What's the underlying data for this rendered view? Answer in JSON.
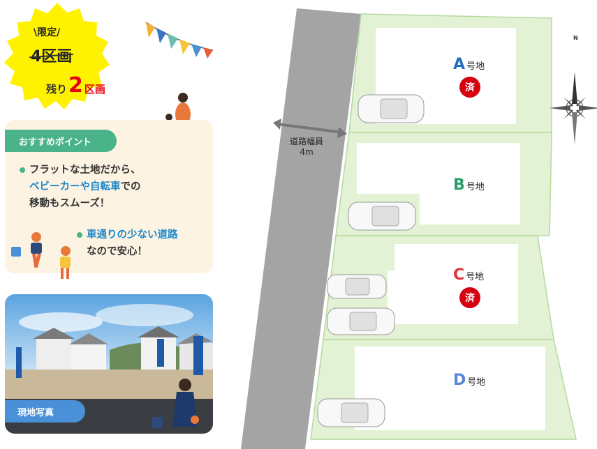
{
  "badge": {
    "limited": "\\限定/",
    "original_count": "4区画",
    "remaining_prefix": "残り",
    "remaining_number": "2",
    "remaining_suffix": "区画"
  },
  "points": {
    "title": "おすすめポイント",
    "item1_line1": "フラットな土地だから、",
    "item1_line2_highlight": "ベビーカーや自転車",
    "item1_line2_rest": "での",
    "item1_line3": "移動もスムーズ！",
    "item2_line1_highlight": "車通りの少ない道路",
    "item2_line2": "なので安心！"
  },
  "photo": {
    "label": "現地写真"
  },
  "map": {
    "road_label_line1": "道路幅員",
    "road_label_line2": "4m",
    "lot_suffix": "号地",
    "sold_label": "済",
    "lots": [
      {
        "letter": "A",
        "color": "#1e6fc4",
        "sold": true
      },
      {
        "letter": "B",
        "color": "#2a9d6a",
        "sold": false
      },
      {
        "letter": "C",
        "color": "#e0333a",
        "sold": true
      },
      {
        "letter": "D",
        "color": "#5a86d6",
        "sold": false
      }
    ],
    "compass_north": "N"
  },
  "colors": {
    "lot_green": "#e3f2d4",
    "lot_border": "#b4d9a0",
    "road_gray": "#a4a4a4",
    "accent_green": "#4ab38a",
    "accent_blue": "#1e88c9",
    "sold_red": "#d7000f"
  }
}
